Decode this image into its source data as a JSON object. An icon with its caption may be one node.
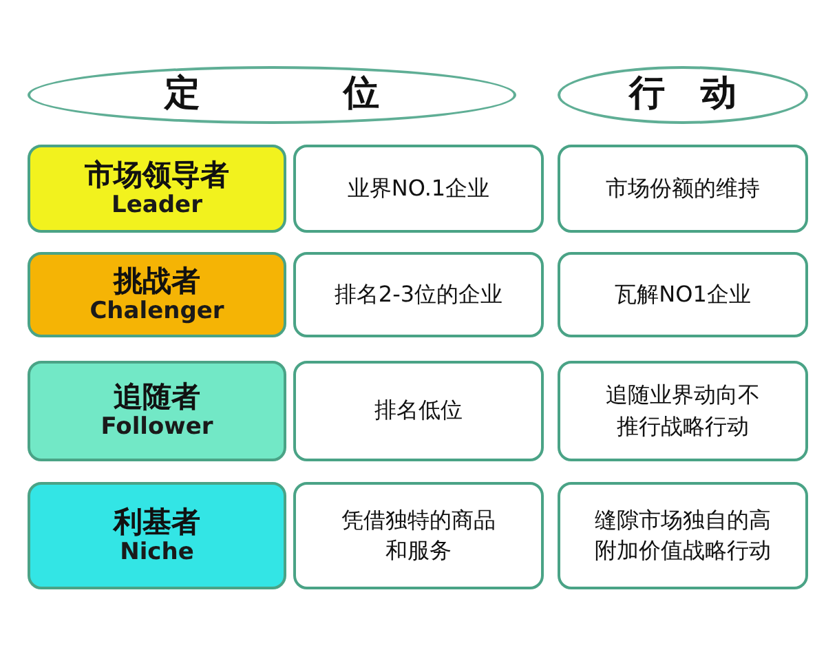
{
  "diagram": {
    "nodes": [
      {
        "text": [
          "定　　　　位"
        ]
      },
      {
        "text": [
          "行　动"
        ]
      },
      {
        "text": [
          "市场领导者",
          "Leader"
        ]
      },
      {
        "text": [
          "业界NO.1企业"
        ]
      },
      {
        "text": [
          "市场份额的维持"
        ]
      },
      {
        "text": [
          "挑战者",
          "Chalenger"
        ]
      },
      {
        "text": [
          "排名2-3位的企业"
        ]
      },
      {
        "text": [
          "瓦解NO1企业"
        ]
      },
      {
        "text": [
          "追随者",
          "Follower"
        ]
      },
      {
        "text": [
          "排名低位"
        ]
      },
      {
        "text": [
          "追随业界动向不推行战略行动"
        ]
      },
      {
        "text": [
          "利基者",
          "Niche"
        ]
      },
      {
        "text": [
          "凭借独特的商品和服务"
        ]
      },
      {
        "text": [
          "缝隙市场独自的高附加价值战略行动"
        ]
      }
    ]
  }
}
